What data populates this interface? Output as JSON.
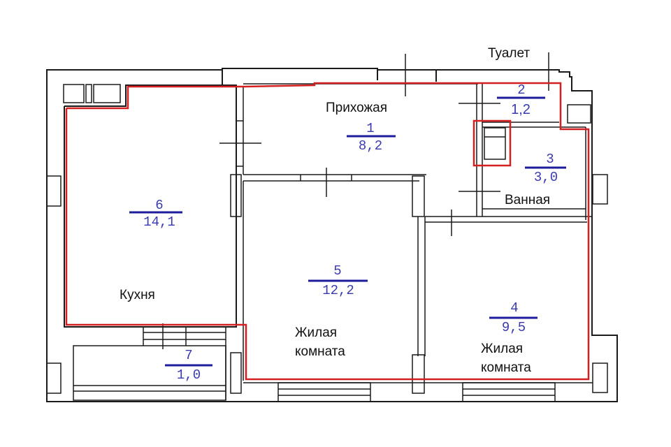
{
  "plan": {
    "rooms": [
      {
        "id": "hallway",
        "name": "Прихожая",
        "number": "1",
        "area": "8,2"
      },
      {
        "id": "toilet",
        "name": "Туалет",
        "number": "2",
        "area": "1,2"
      },
      {
        "id": "bathroom",
        "name": "Ванная",
        "number": "3",
        "area": "3,0"
      },
      {
        "id": "living-room-2",
        "name_line1": "Жилая",
        "name_line2": "комната",
        "number": "4",
        "area": "9,5"
      },
      {
        "id": "living-room-1",
        "name_line1": "Жилая",
        "name_line2": "комната",
        "number": "5",
        "area": "12,2"
      },
      {
        "id": "kitchen",
        "name": "Кухня",
        "number": "6",
        "area": "14,1"
      },
      {
        "id": "balcony",
        "number": "7",
        "area": "1,0"
      }
    ],
    "colors": {
      "walls": "#1a1a1a",
      "highlight": "#d42020",
      "area_text": "#3a3ab0"
    }
  }
}
